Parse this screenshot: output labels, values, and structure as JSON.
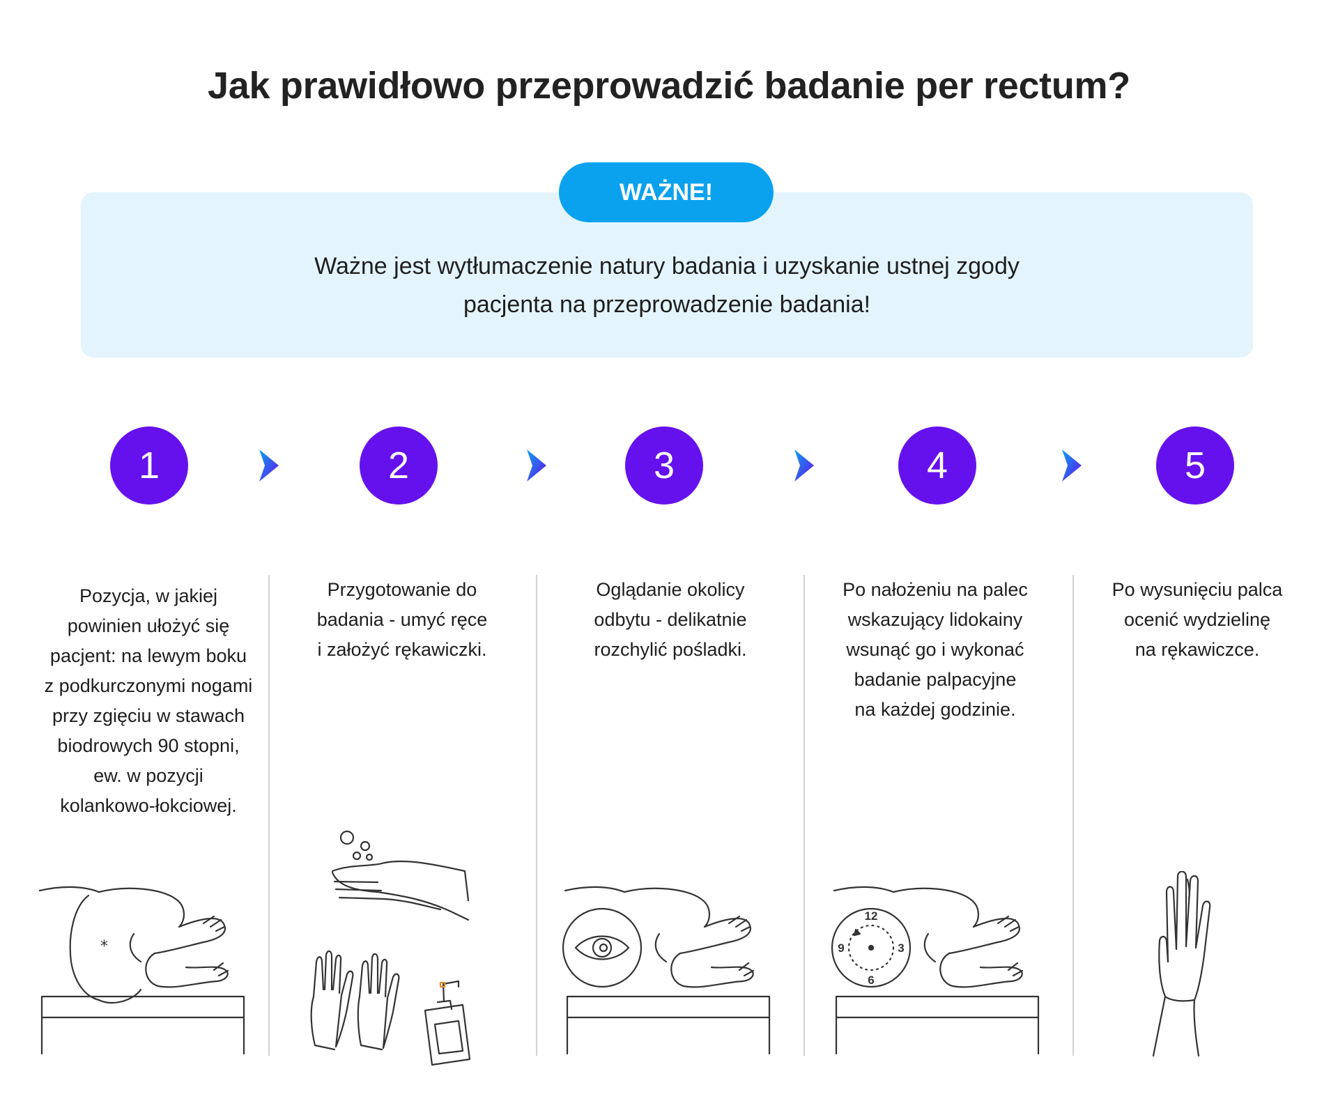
{
  "title": "Jak prawidłowo przeprowadzić badanie per rectum?",
  "important": {
    "badge": "WAŻNE!",
    "lines": [
      "Ważne jest wytłumaczenie natury badania i uzyskanie ustnej zgody",
      "pacjenta na przeprowadzenie badania!"
    ]
  },
  "colors": {
    "accent": "#6511ee",
    "badge": "#0aa2ef",
    "box": "#e3f4fd",
    "arrow_from": "#0aa2ef",
    "arrow_to": "#6511ee"
  },
  "steps": [
    {
      "number": "1",
      "lines": [
        "Pozycja, w jakiej",
        "powinien ułożyć się",
        "pacjent: na lewym boku",
        "z podkurczonymi nogami",
        "przy zgięciu w stawach",
        "biodrowych 90 stopni,",
        "ew. w pozycji",
        "kolankowo-łokciowej."
      ],
      "icon": "patient-side-lying-icon"
    },
    {
      "number": "2",
      "lines": [
        "Przygotowanie do",
        "badania - umyć ręce",
        "i założyć rękawiczki."
      ],
      "icon": "hand-washing-gloves-icon"
    },
    {
      "number": "3",
      "lines": [
        "Oglądanie okolicy",
        "odbytu - delikatnie",
        "rozchylić pośladki."
      ],
      "icon": "inspection-eye-icon"
    },
    {
      "number": "4",
      "lines": [
        "Po nałożeniu na palec",
        "wskazujący lidokainy",
        "wsunąć go i wykonać",
        "badanie palpacyjne",
        "na każdej godzinie."
      ],
      "icon": "clock-palpation-icon",
      "clock": {
        "top": "12",
        "right": "3",
        "bottom": "6",
        "left": "9"
      }
    },
    {
      "number": "5",
      "lines": [
        "Po wysunięciu palca",
        "ocenić wydzielinę",
        "na rękawiczce."
      ],
      "icon": "gloved-hand-icon"
    }
  ]
}
